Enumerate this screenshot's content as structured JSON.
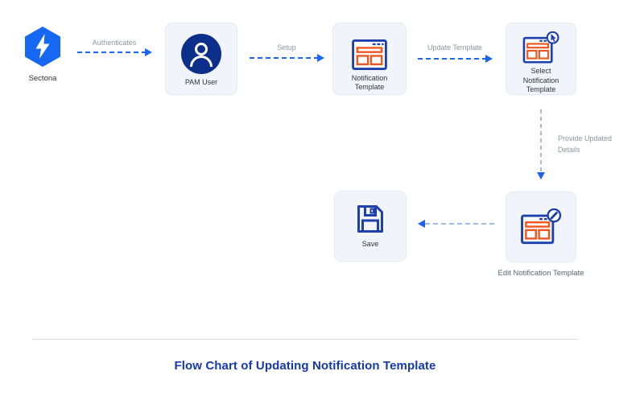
{
  "logo": {
    "label": "Sectona"
  },
  "nodes": {
    "pam": {
      "label": "PAM User"
    },
    "notification": {
      "line1": "Notification",
      "line2": "Template"
    },
    "select": {
      "line1": "Select",
      "line2": "Notification",
      "line3": "Template"
    },
    "edit": {
      "caption": "Edit Notification Template"
    },
    "save": {
      "label": "Save"
    }
  },
  "edges": {
    "authenticates": {
      "label": "Authenticates"
    },
    "setup": {
      "label": "Setup"
    },
    "update": {
      "label": "Update Template"
    },
    "provide": {
      "line1": "Provide Updated",
      "line2": "Details"
    }
  },
  "footer": {
    "title": "Flow Chart of Updating Notification Template"
  },
  "colors": {
    "brand_blue": "#1668f2",
    "arrow_blue": "#1a66f5",
    "light_arrow_blue": "#9dbdf0",
    "icon_navy": "#1e3fae",
    "icon_orange": "#f4541d",
    "node_background": "#f1f5fb",
    "title_blue": "#1539ae",
    "label_gray": "#8d949e"
  }
}
